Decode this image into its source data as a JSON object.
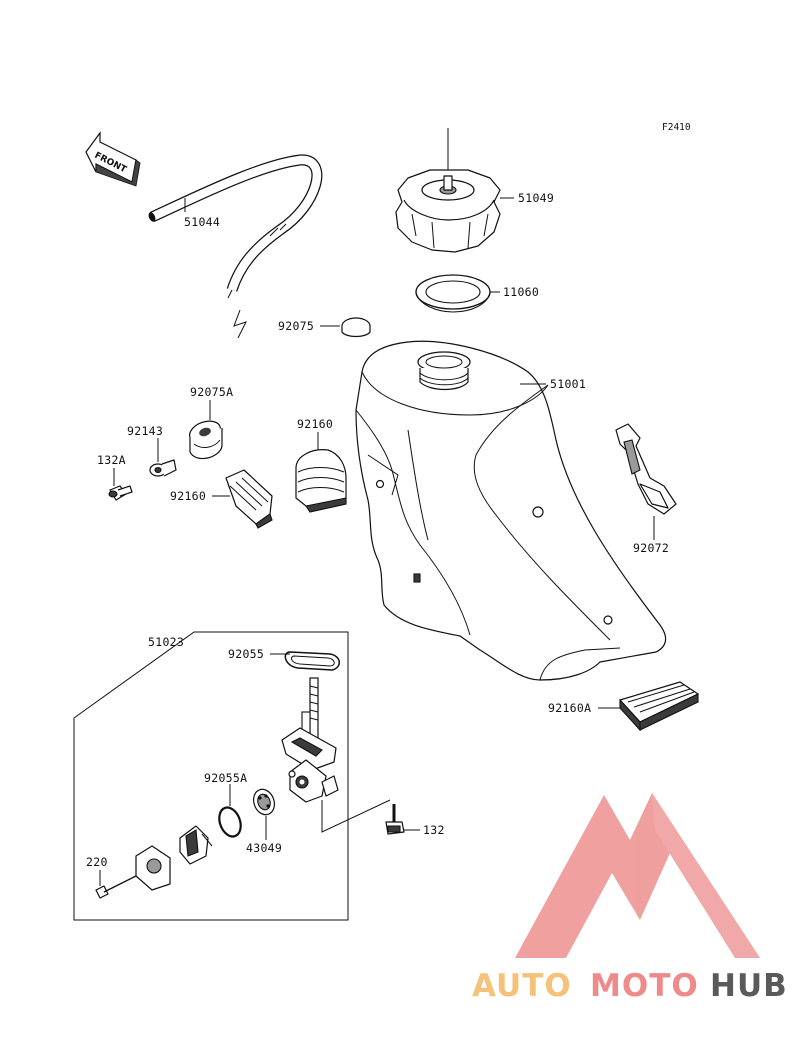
{
  "figure_code": "F2410",
  "front_indicator": "FRONT",
  "watermark": {
    "prefix": "AUTO",
    "middle": "MOTO",
    "suffix": "HUB",
    "colors": {
      "prefix": "#f6c27a",
      "middle": "#ef8a8a",
      "suffix": "#5a5a5a",
      "logo": "#f08a8a"
    }
  },
  "parts": [
    {
      "ref": "51044"
    },
    {
      "ref": "51049"
    },
    {
      "ref": "11060"
    },
    {
      "ref": "92075"
    },
    {
      "ref": "51001"
    },
    {
      "ref": "92075A"
    },
    {
      "ref": "92143"
    },
    {
      "ref": "132A"
    },
    {
      "ref": "92160"
    },
    {
      "ref": "92160"
    },
    {
      "ref": "92072"
    },
    {
      "ref": "51023"
    },
    {
      "ref": "92055"
    },
    {
      "ref": "92160A"
    },
    {
      "ref": "92055A"
    },
    {
      "ref": "43049"
    },
    {
      "ref": "132"
    },
    {
      "ref": "220"
    }
  ]
}
